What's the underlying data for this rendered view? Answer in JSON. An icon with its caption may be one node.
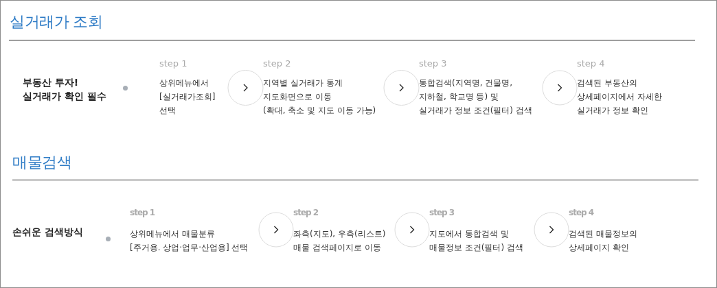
{
  "diagram": {
    "nodes": [
      {
        "text": [
          "step 1",
          "상위메뉴에서 [실거래가조회] 선택"
        ]
      },
      {
        "text": [
          "step 2",
          "지역별 실거래가 통계 지도화면으로 이동 (확대, 축소 및 지도 이동 가능)"
        ]
      },
      {
        "text": [
          "step 3",
          "통합검색(지역명, 건물명, 지하철, 학교명 등) 및 실거래가 정보 조건(필터) 검색"
        ]
      },
      {
        "text": [
          "step 4",
          "검색된 부동산의 상세페이지에서 자세한 실거래가 정보 확인"
        ]
      },
      {
        "text": [
          "step 1",
          "상위메뉴에서 매물분류 [주거용. 상업·업무·산업용] 선택"
        ]
      },
      {
        "text": [
          "step 2",
          "좌측(지도), 우측(리스트) 매물 검색페이지로 이동"
        ]
      },
      {
        "text": [
          "step 3",
          "지도에서 통합검색 및 매물정보 조건(필터) 검색"
        ]
      },
      {
        "text": [
          "step 4",
          "검색된 매물정보의 상세페이지 확인"
        ]
      }
    ],
    "edges": [
      {
        "from": 0,
        "to": 1,
        "arrow": "to"
      },
      {
        "from": 1,
        "to": 2,
        "arrow": "to"
      },
      {
        "from": 2,
        "to": 3,
        "arrow": "to"
      },
      {
        "from": 4,
        "to": 5,
        "arrow": "to"
      },
      {
        "from": 5,
        "to": 6,
        "arrow": "to"
      },
      {
        "from": 6,
        "to": 7,
        "arrow": "to"
      }
    ],
    "labels": [
      "실거래가 조회",
      "부동산 투자! 실거래가 확인 필수",
      "매물검색",
      "손쉬운 검색방식"
    ]
  }
}
